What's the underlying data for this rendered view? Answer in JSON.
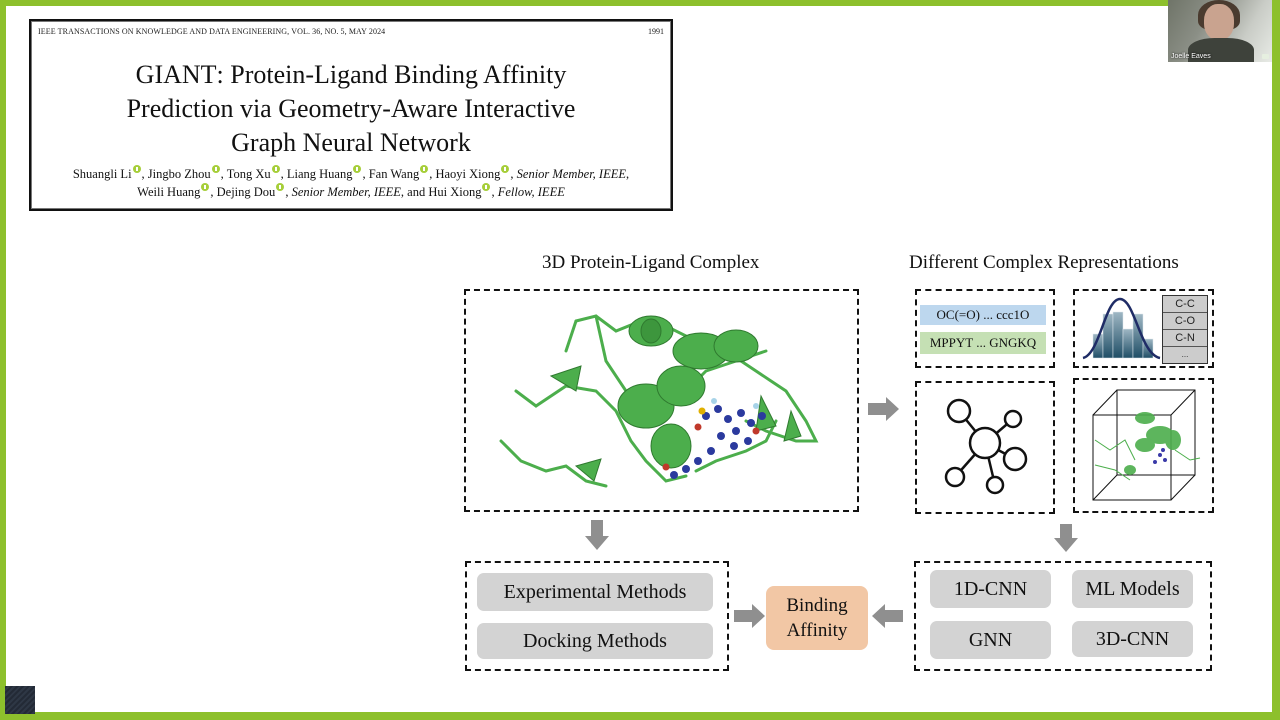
{
  "paper": {
    "journal_line": "IEEE TRANSACTIONS ON KNOWLEDGE AND DATA ENGINEERING, VOL. 36, NO. 5, MAY 2024",
    "page_number": "1991",
    "title_prefix_g": "G",
    "title_prefix_i": "I",
    "title_prefix_ant": "ANT",
    "title_rest_line1": ": Protein-Ligand Binding Affinity",
    "title_line2": "Prediction via Geometry-Aware Interactive",
    "title_line3": "Graph Neural Network",
    "authors": [
      {
        "name": "Shuangli Li",
        "suffix": ", "
      },
      {
        "name": "Jingbo Zhou",
        "suffix": ", "
      },
      {
        "name": "Tong Xu",
        "suffix": ", "
      },
      {
        "name": "Liang Huang",
        "suffix": ", "
      },
      {
        "name": "Fan Wang",
        "suffix": ", "
      },
      {
        "name": "Haoyi Xiong",
        "suffix": ", ",
        "role": "Senior Member, IEEE",
        "role_suffix": ","
      },
      {
        "name": "Weili Huang",
        "suffix": ", "
      },
      {
        "name": "Dejing Dou",
        "suffix": ", ",
        "role": "Senior Member, IEEE",
        "role_suffix": ", and "
      },
      {
        "name": "Hui Xiong",
        "suffix": ", ",
        "role": "Fellow, IEEE",
        "role_suffix": ""
      }
    ]
  },
  "webcam": {
    "participant_name": "Joelle Eaves"
  },
  "figure": {
    "left_title": "3D Protein-Ligand Complex",
    "right_title": "Different Complex Representations",
    "smiles": "OC(=O) ... ccc1O",
    "protein_seq": "MPPYT ... GNGKQ",
    "bond_types": [
      "C-C",
      "C-O",
      "C-N",
      "..."
    ],
    "methods": [
      "Experimental Methods",
      "Docking Methods"
    ],
    "target": "Binding Affinity",
    "models": [
      "1D-CNN",
      "ML Models",
      "GNN",
      "3D-CNN"
    ],
    "colors": {
      "smiles_bg": "#bdd7ee",
      "protein_bg": "#c5e0b4",
      "affinity_bg": "#f2c7a5",
      "pill_bg": "#d3d3d3",
      "protein_green": "#4cae4c",
      "ligand_blue": "#2b3a9e",
      "slide_border": "#8dc02c"
    }
  }
}
